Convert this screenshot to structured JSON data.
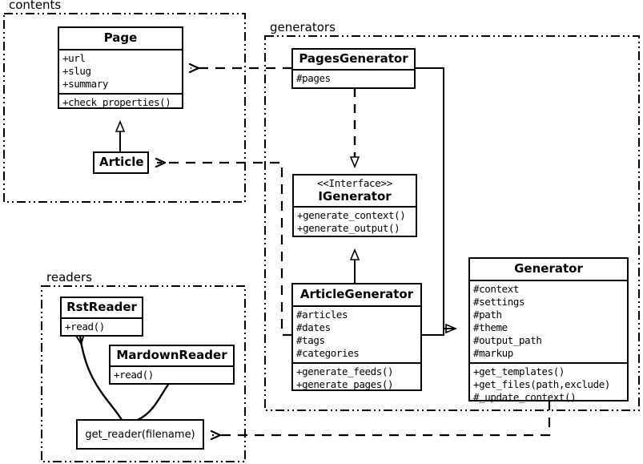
{
  "diagram": {
    "type": "uml-class-diagram",
    "packages": [
      {
        "name": "contents",
        "label": "contents"
      },
      {
        "name": "generators",
        "label": "generators"
      },
      {
        "name": "readers",
        "label": "readers"
      }
    ],
    "classes": [
      {
        "id": "page",
        "name": "Page",
        "stereotype": "",
        "attributes": [
          "+url",
          "+slug",
          "+summary"
        ],
        "methods": [
          "+check_properties()"
        ]
      },
      {
        "id": "article",
        "name": "Article",
        "stereotype": "",
        "attributes": [],
        "methods": []
      },
      {
        "id": "pagesgenerator",
        "name": "PagesGenerator",
        "stereotype": "",
        "attributes": [
          "#pages"
        ],
        "methods": []
      },
      {
        "id": "igenerator",
        "name": "IGenerator",
        "stereotype": "<<Interface>>",
        "attributes": [],
        "methods": [
          "+generate_context()",
          "+generate_output()"
        ]
      },
      {
        "id": "articlegenerator",
        "name": "ArticleGenerator",
        "stereotype": "",
        "attributes": [
          "#articles",
          "#dates",
          "#tags",
          "#categories"
        ],
        "methods": [
          "+generate_feeds()",
          "+generate_pages()"
        ]
      },
      {
        "id": "generator",
        "name": "Generator",
        "stereotype": "",
        "attributes": [
          "#context",
          "#settings",
          "#path",
          "#theme",
          "#output_path",
          "#markup"
        ],
        "methods": [
          "+get_templates()",
          "+get_files(path,exclude)",
          "#_update_context()"
        ]
      },
      {
        "id": "rstreader",
        "name": "RstReader",
        "stereotype": "",
        "attributes": [],
        "methods": [
          "+read()"
        ]
      },
      {
        "id": "mardownreader",
        "name": "MardownReader",
        "stereotype": "",
        "attributes": [],
        "methods": [
          "+read()"
        ]
      }
    ],
    "functions": [
      {
        "id": "get_reader",
        "label": "get_reader(filename)"
      }
    ],
    "relationships": [
      {
        "from": "Article",
        "to": "Page",
        "type": "generalization",
        "style": "solid"
      },
      {
        "from": "PagesGenerator",
        "to": "IGenerator",
        "type": "realization",
        "style": "dashed"
      },
      {
        "from": "ArticleGenerator",
        "to": "IGenerator",
        "type": "generalization",
        "style": "solid"
      },
      {
        "from": "PagesGenerator",
        "to": "Generator",
        "type": "generalization",
        "style": "solid"
      },
      {
        "from": "ArticleGenerator",
        "to": "Generator",
        "type": "generalization",
        "style": "solid"
      },
      {
        "from": "PagesGenerator",
        "to": "Page",
        "type": "dependency",
        "style": "dashed"
      },
      {
        "from": "ArticleGenerator",
        "to": "Article",
        "type": "dependency",
        "style": "dashed"
      },
      {
        "from": "Generator",
        "to": "get_reader",
        "type": "dependency",
        "style": "dashed"
      },
      {
        "from": "get_reader",
        "to": "RstReader",
        "type": "association",
        "style": "curved"
      },
      {
        "from": "get_reader",
        "to": "MardownReader",
        "type": "association",
        "style": "curved"
      }
    ],
    "colors": {
      "stroke": "#000000",
      "fill": "#ffffff",
      "text": "#000000"
    }
  }
}
